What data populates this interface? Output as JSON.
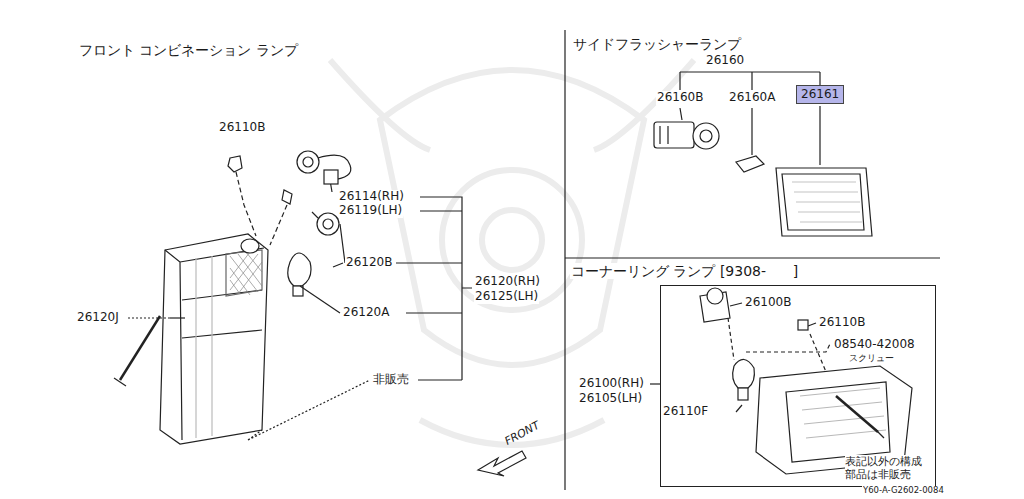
{
  "diagram": {
    "nodes": [
      {
        "text": [
          "表記以外の構成 部品は非販売"
        ]
      },
      {
        "text": [
          "26161"
        ]
      }
    ],
    "labels": [
      "フロント コンビネーション ランプ",
      "26110B",
      "26114(RH)",
      "26119(LH)",
      "26120B",
      "26120(RH)",
      "26125(LH)",
      "26120A",
      "26120J",
      "非販売",
      "FRONT",
      "サイドフラッシャーランプ",
      "26160",
      "26160B",
      "26160A",
      "コーナーリング ランプ [9308-      ]",
      "26100B",
      "26110B",
      "08540-42008",
      "スクリュー",
      "26100(RH)",
      "26105(LH)",
      "26110F",
      "Y60-A-G2602-0084"
    ]
  }
}
